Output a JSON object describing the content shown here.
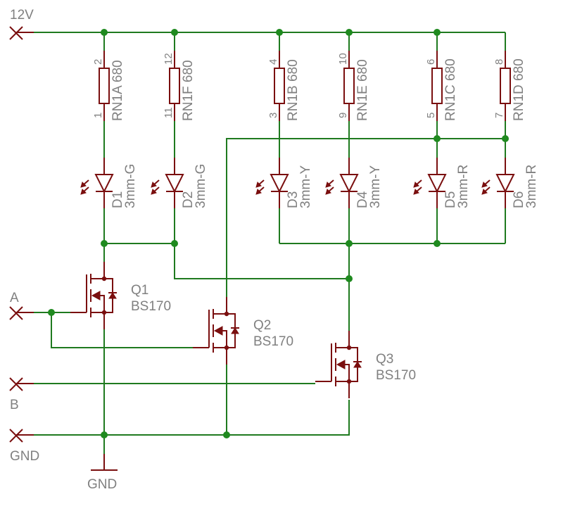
{
  "colors": {
    "wire": "#1f7a1f",
    "junction": "#1f8a1f",
    "component": "#7a0f0f",
    "label": "#808080"
  },
  "ports": {
    "v12": "12V",
    "a": "A",
    "b": "B",
    "gnd": "GND"
  },
  "gnd_symbol": "GND",
  "resistors": [
    {
      "name": "RN1A",
      "value": "680",
      "pin_top": "2",
      "pin_bottom": "1"
    },
    {
      "name": "RN1F",
      "value": "680",
      "pin_top": "12",
      "pin_bottom": "11"
    },
    {
      "name": "RN1B",
      "value": "680",
      "pin_top": "4",
      "pin_bottom": "3"
    },
    {
      "name": "RN1E",
      "value": "680",
      "pin_top": "10",
      "pin_bottom": "9"
    },
    {
      "name": "RN1C",
      "value": "680",
      "pin_top": "6",
      "pin_bottom": "5"
    },
    {
      "name": "RN1D",
      "value": "680",
      "pin_top": "8",
      "pin_bottom": "7"
    }
  ],
  "leds": [
    {
      "name": "D1",
      "value": "3mm-G"
    },
    {
      "name": "D2",
      "value": "3mm-G"
    },
    {
      "name": "D3",
      "value": "3mm-Y"
    },
    {
      "name": "D4",
      "value": "3mm-Y"
    },
    {
      "name": "D5",
      "value": "3mm-R"
    },
    {
      "name": "D6",
      "value": "3mm-R"
    }
  ],
  "transistors": [
    {
      "name": "Q1",
      "value": "BS170"
    },
    {
      "name": "Q2",
      "value": "BS170"
    },
    {
      "name": "Q3",
      "value": "BS170"
    }
  ]
}
